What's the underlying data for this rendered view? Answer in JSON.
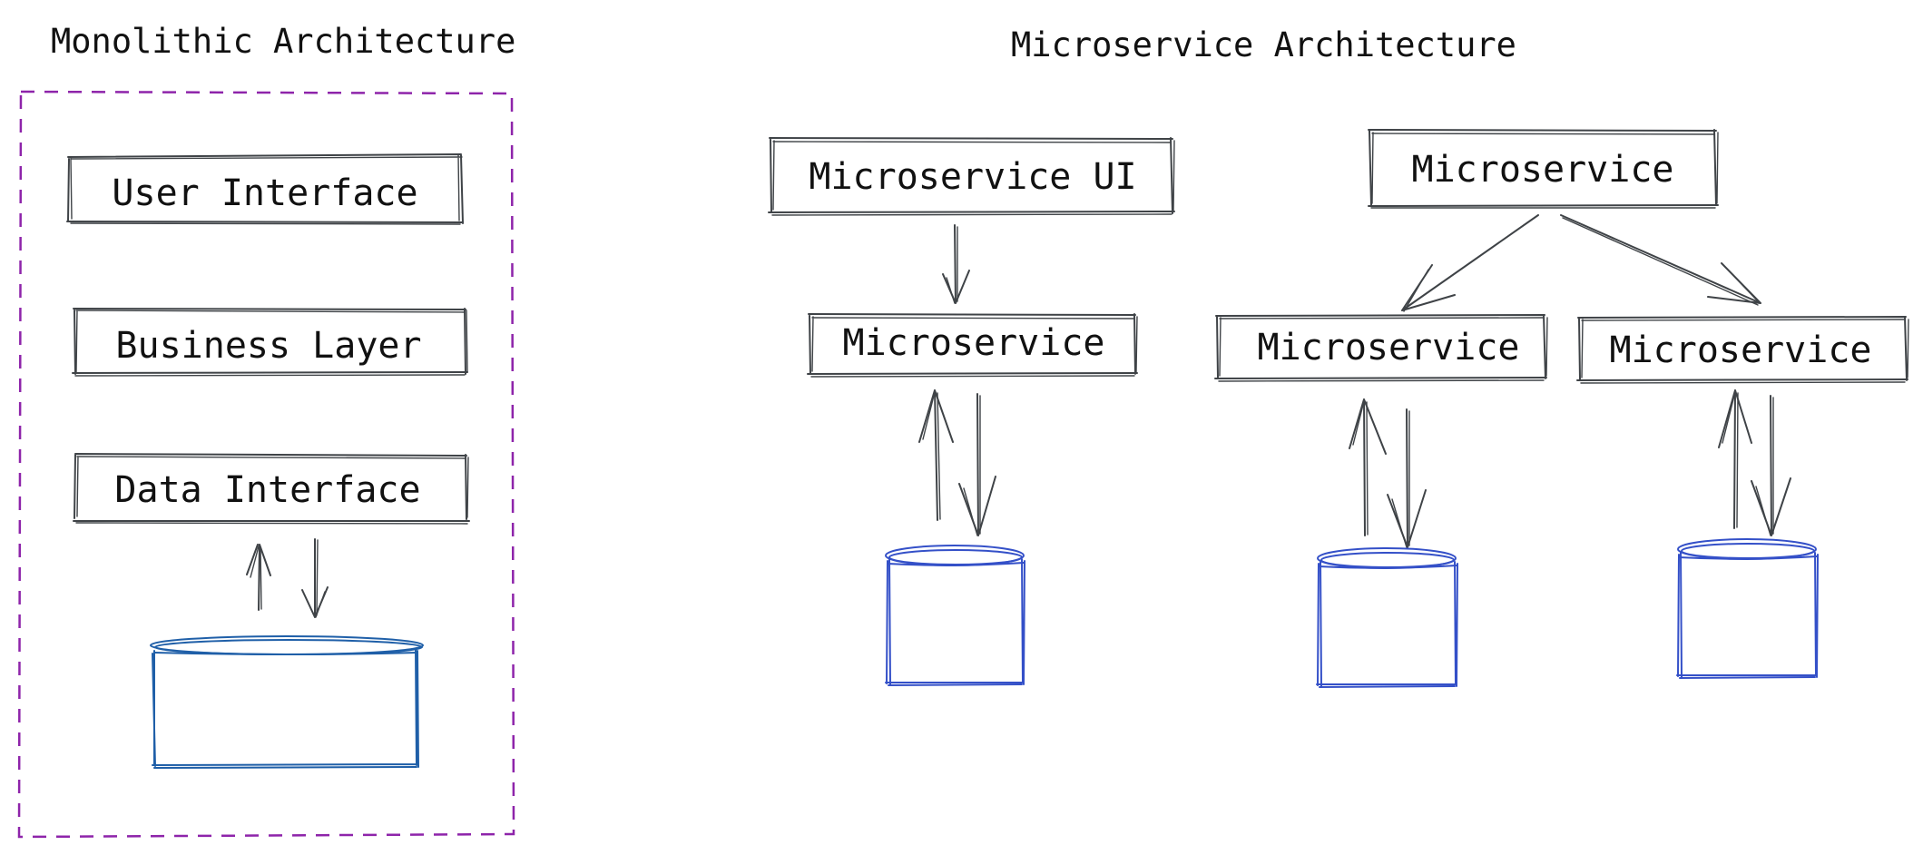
{
  "colors": {
    "ink": "#3f4347",
    "text": "#111111",
    "frame": "#8e24aa",
    "monolith_database": "#1f5fa8",
    "microservice_database": "#3450c8"
  },
  "monolithic": {
    "title": "Monolithic Architecture",
    "layers": {
      "user_interface": "User Interface",
      "business_layer": "Business Layer",
      "data_interface": "Data Interface"
    }
  },
  "microservice": {
    "title": "Microservice Architecture",
    "ui_service": "Microservice UI",
    "top_service": "Microservice",
    "service_left": "Microservice",
    "service_middle": "Microservice",
    "service_right": "Microservice"
  }
}
